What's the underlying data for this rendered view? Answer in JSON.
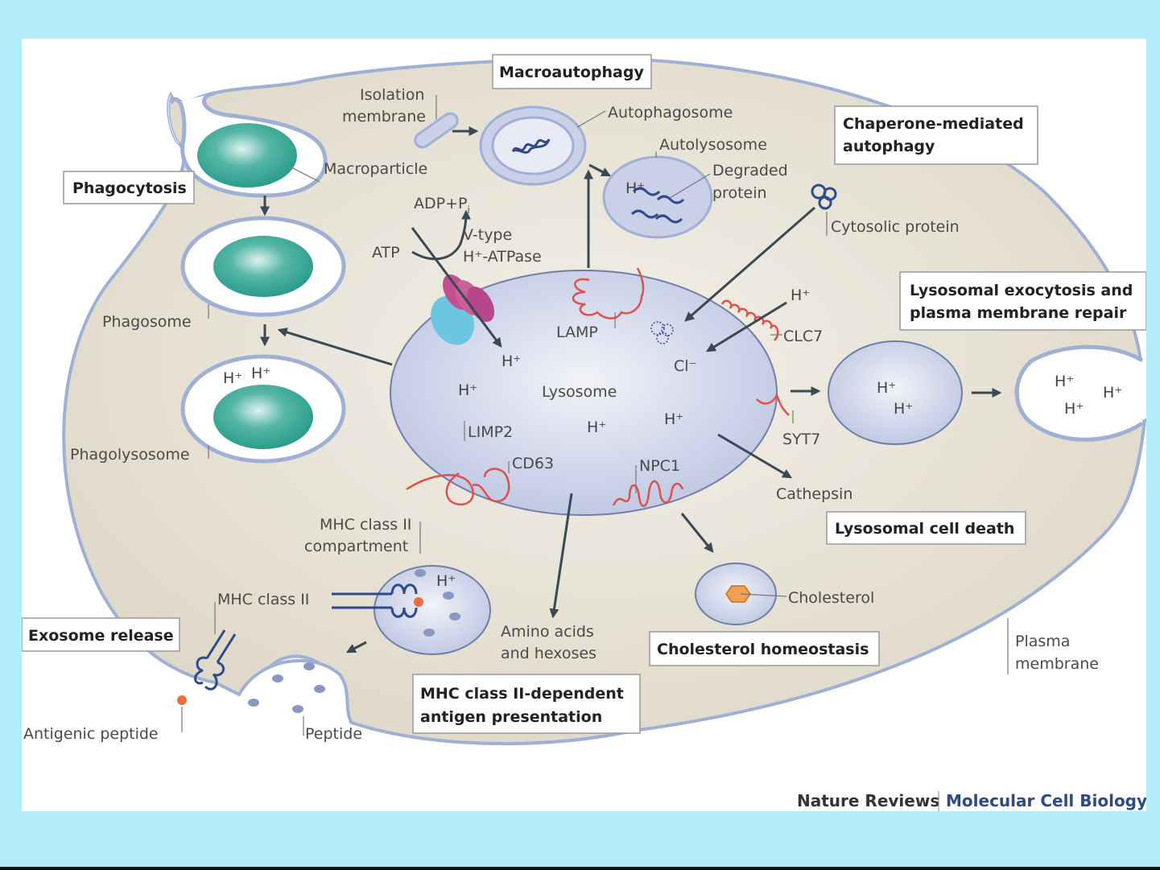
{
  "figure": {
    "process_boxes": {
      "macroautophagy": "Macroautophagy",
      "phagocytosis": "Phagocytosis",
      "chaperone_line1": "Chaperone-mediated",
      "chaperone_line2": "autophagy",
      "exocytosis_line1": "Lysosomal exocytosis and",
      "exocytosis_line2": "plasma membrane repair",
      "cell_death": "Lysosomal cell death",
      "cholesterol_homeostasis": "Cholesterol homeostasis",
      "mhc_line1": "MHC class II-dependent",
      "mhc_line2": "antigen presentation",
      "exosome_release": "Exosome release"
    },
    "labels": {
      "isolation_line1": "Isolation",
      "isolation_line2": "membrane",
      "autophagosome": "Autophagosome",
      "autolysosome": "Autolysosome",
      "degraded_line1": "Degraded",
      "degraded_line2": "protein",
      "macroparticle": "Macroparticle",
      "adp": "ADP+P",
      "adp_sub": "i",
      "atp": "ATP",
      "vtype_line1": "V-type",
      "vtype_line2": "H⁺-ATPase",
      "cytosolic_protein": "Cytosolic protein",
      "phagosome": "Phagosome",
      "phagolysosome": "Phagolysosome",
      "lamp": "LAMP",
      "lysosome": "Lysosome",
      "cl": "Cl⁻",
      "clc7": "CLC7",
      "syt7": "SYT7",
      "limp2": "LIMP2",
      "cd63": "CD63",
      "npc1": "NPC1",
      "cathepsin": "Cathepsin",
      "mhc_comp_line1": "MHC class II",
      "mhc_comp_line2": "compartment",
      "mhc_class_ii": "MHC class II",
      "amino_line1": "Amino acids",
      "amino_line2": "and hexoses",
      "cholesterol": "Cholesterol",
      "plasma_line1": "Plasma",
      "plasma_line2": "membrane",
      "antigenic_peptide": "Antigenic peptide",
      "peptide": "Peptide",
      "h_ion": "H⁺"
    },
    "credit": {
      "journal": "Nature Reviews",
      "section": "Molecular Cell Biology"
    }
  },
  "colors": {
    "page_background": "#b3ecfb",
    "cytoplasm": "#e4dfd3",
    "membrane": "#9fb0d6",
    "lysosome": "#c9d0e8",
    "particle": "#3aa898",
    "protein_red": "#e0504a",
    "credit_blue": "#2a4a8a"
  }
}
